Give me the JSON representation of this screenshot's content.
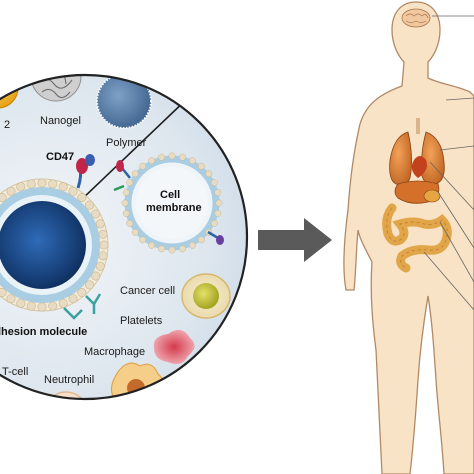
{
  "circle": {
    "labels": {
      "sio2": "2",
      "nanogel": "Nanogel",
      "polymer": "Polymer",
      "cd47": "CD47",
      "cell_membrane_1": "Cell",
      "cell_membrane_2": "membrane",
      "adhesion": "lhesion molecule",
      "cancer": "Cancer  cell",
      "platelets": "Platelets",
      "macrophage": "Macrophage",
      "tcell": "T-cell",
      "neutrophil": "Neutrophil"
    }
  },
  "colors": {
    "circle_bg": "#e9eef3",
    "membrane_ring": "#9fc4dc",
    "core": "#1f4f8f",
    "skin": "#f9e3c6",
    "skin_outline": "#b08a66",
    "arrow": "#5a5a5a"
  }
}
